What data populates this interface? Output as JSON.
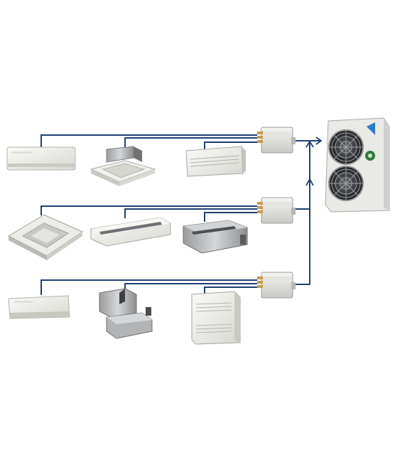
{
  "diagram": {
    "line_color": "#1f3f73",
    "outdoor_unit": {
      "icon": "outdoor-condenser-icon",
      "fans": 2
    },
    "branch_boxes": [
      {
        "icon": "branch-box-icon",
        "row": 1
      },
      {
        "icon": "branch-box-icon",
        "row": 2
      },
      {
        "icon": "branch-box-icon",
        "row": 3
      }
    ],
    "indoor_units": [
      {
        "row": 1,
        "type": "wall-mounted",
        "icon": "wall-mounted-unit-icon"
      },
      {
        "row": 1,
        "type": "compact-cassette",
        "icon": "compact-cassette-icon"
      },
      {
        "row": 1,
        "type": "floor-ceiling-suspended",
        "icon": "floor-ceiling-unit-icon"
      },
      {
        "row": 2,
        "type": "round-flow-cassette",
        "icon": "round-flow-cassette-icon"
      },
      {
        "row": 2,
        "type": "ceiling-suspended",
        "icon": "ceiling-suspended-unit-icon"
      },
      {
        "row": 2,
        "type": "slim-ducted",
        "icon": "slim-ducted-unit-icon"
      },
      {
        "row": 3,
        "type": "wall-mounted",
        "icon": "wall-mounted-unit-icon"
      },
      {
        "row": 3,
        "type": "ducted",
        "icon": "ducted-unit-icon"
      },
      {
        "row": 3,
        "type": "floor-standing",
        "icon": "floor-standing-unit-icon"
      }
    ]
  }
}
